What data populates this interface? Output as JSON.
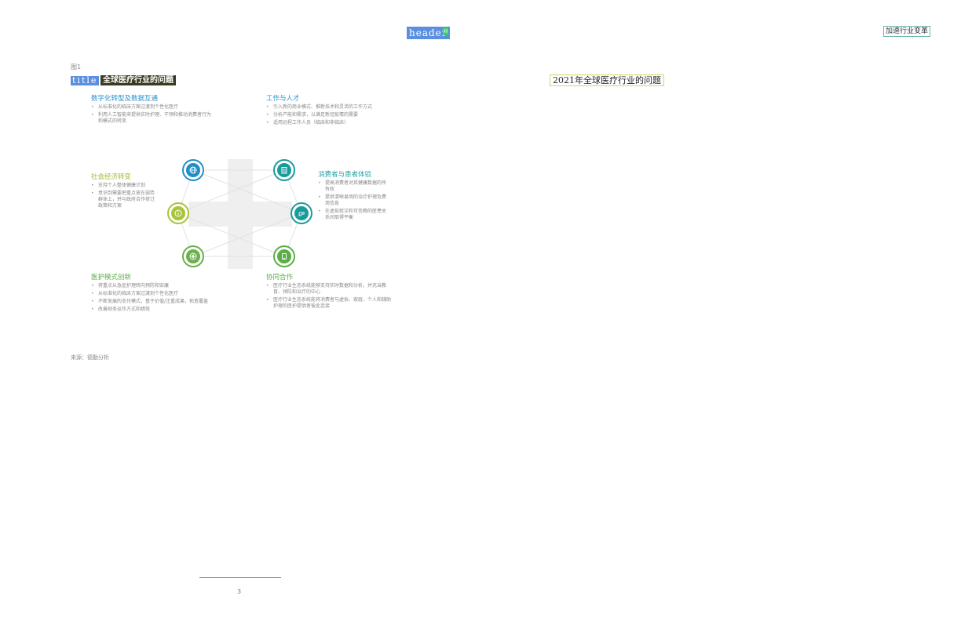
{
  "header": {
    "tag": "header",
    "mark": "H",
    "right_label": "加速行业变革"
  },
  "figure": {
    "number": "图1",
    "title_tag": "title",
    "title": "全球医疗行业的问题",
    "right_title": "2021年全球医疗行业的问题",
    "sections": {
      "digital": {
        "title": "数字化转型及数据互通",
        "bullets": [
          "从标准化的临床方案过渡到个性化医疗",
          "利用人工智能来提供实时护理、干预和推动消费者行为",
          "和模式的转变"
        ]
      },
      "work": {
        "title": "工作与人才",
        "bullets": [
          "引入新的商业模式、推新技术和灵活的工作方式",
          "分析产能和需求，以满足新冠疫情的需要",
          "适用远程工作人员（临床和非临床）"
        ]
      },
      "social": {
        "title": "社会经济转变",
        "bullets": [
          "支持个人整体健康计划",
          "意识到需要把重点放在弱势群体上，并与政府合作修订政策和方案"
        ]
      },
      "consumer": {
        "title": "消费者与患者体验",
        "bullets": [
          "提高消费者对其健康数据的所有权",
          "提供清晰易明的治疗护理及费用信息",
          "在虚拟就诊和可信赖的医患关系间取得平衡"
        ]
      },
      "care": {
        "title": "医护模式创新",
        "bullets": [
          "将重点从急症护理转向预防和安康",
          "从标准化的临床方案过渡到个性化医疗",
          "不断发展的支付模式，基于价值/注重成果，拓宽覆盖",
          "改善财务运作方式和绩效"
        ]
      },
      "collab": {
        "title": "协同合作",
        "bullets": [
          "医疗行业生态系统能够支持实时数据和分析，并充当教育、预防和治疗的中心",
          "医疗行业生态系统能将消费者与虚拟、家庭、个人和辅助护理的医护提供者彼此连接"
        ]
      }
    },
    "source": "来源：德勤分析"
  },
  "footer": {
    "page": "3"
  },
  "colors": {
    "blue": "#1f8fc6",
    "teal": "#1a9b9b",
    "lime": "#a8c43a",
    "green": "#6ab04c",
    "title_blue": "#2b8fc9",
    "title_teal": "#22a3a3",
    "title_lime": "#9dbb33",
    "title_green": "#5aae45"
  },
  "icons": [
    "globe-icon",
    "building-icon",
    "info-icon",
    "hand-icon",
    "medical-cross-icon",
    "tablet-icon"
  ]
}
